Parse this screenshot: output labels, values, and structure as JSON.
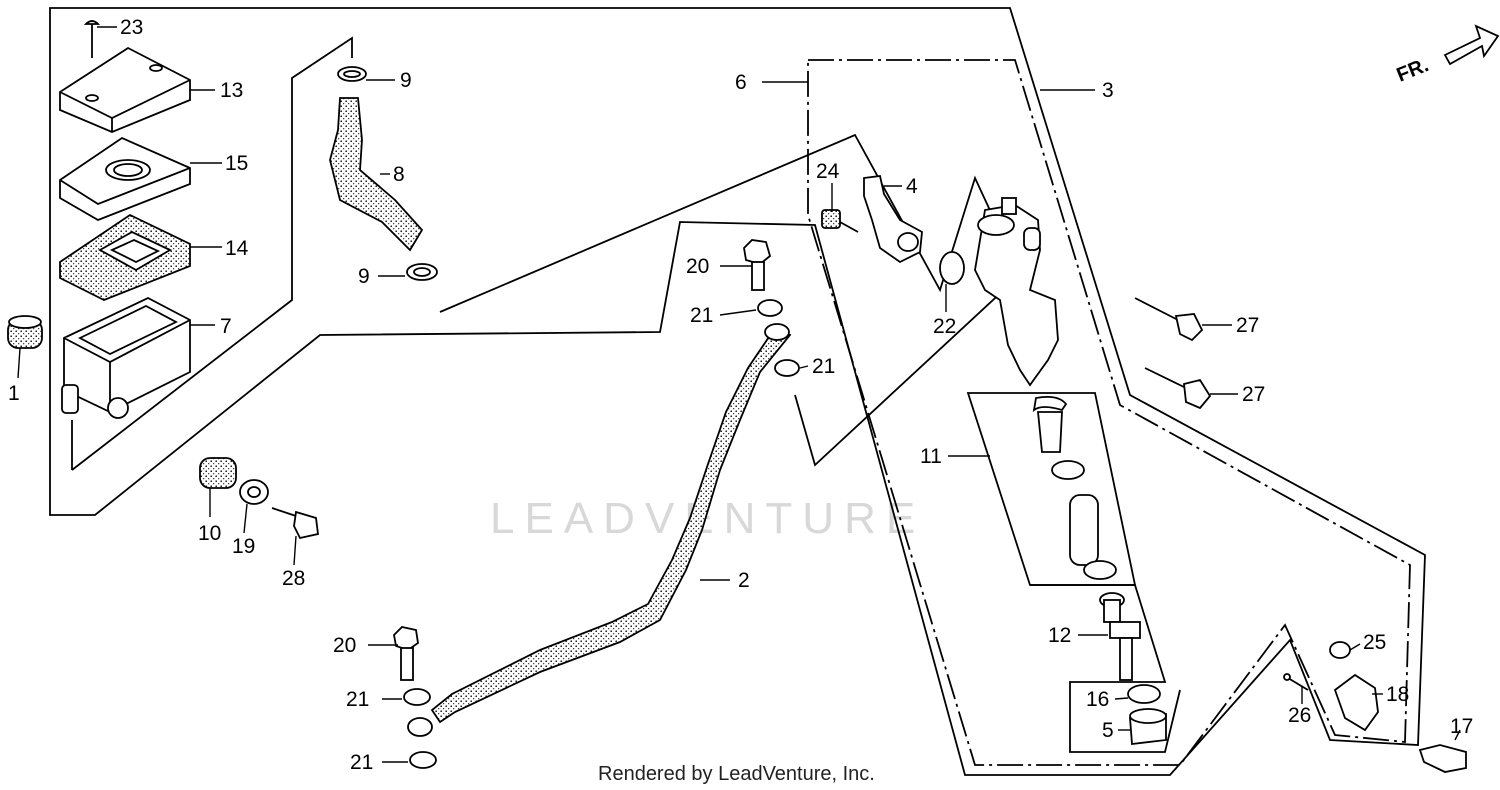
{
  "diagram": {
    "watermark": "LEADVENTURE",
    "credit": "Rendered by LeadVenture, Inc.",
    "direction_label": "FR.",
    "callouts": {
      "p1": "1",
      "p2": "2",
      "p3": "3",
      "p4": "4",
      "p5": "5",
      "p6": "6",
      "p7": "7",
      "p8": "8",
      "p9a": "9",
      "p9b": "9",
      "p10": "10",
      "p11": "11",
      "p12": "12",
      "p13": "13",
      "p14": "14",
      "p15": "15",
      "p16": "16",
      "p17": "17",
      "p18": "18",
      "p19": "19",
      "p20a": "20",
      "p20b": "20",
      "p21a": "21",
      "p21b": "21",
      "p21c": "21",
      "p21d": "21",
      "p22": "22",
      "p23": "23",
      "p24": "24",
      "p25": "25",
      "p26": "26",
      "p27a": "27",
      "p27b": "27",
      "p28": "28"
    }
  }
}
